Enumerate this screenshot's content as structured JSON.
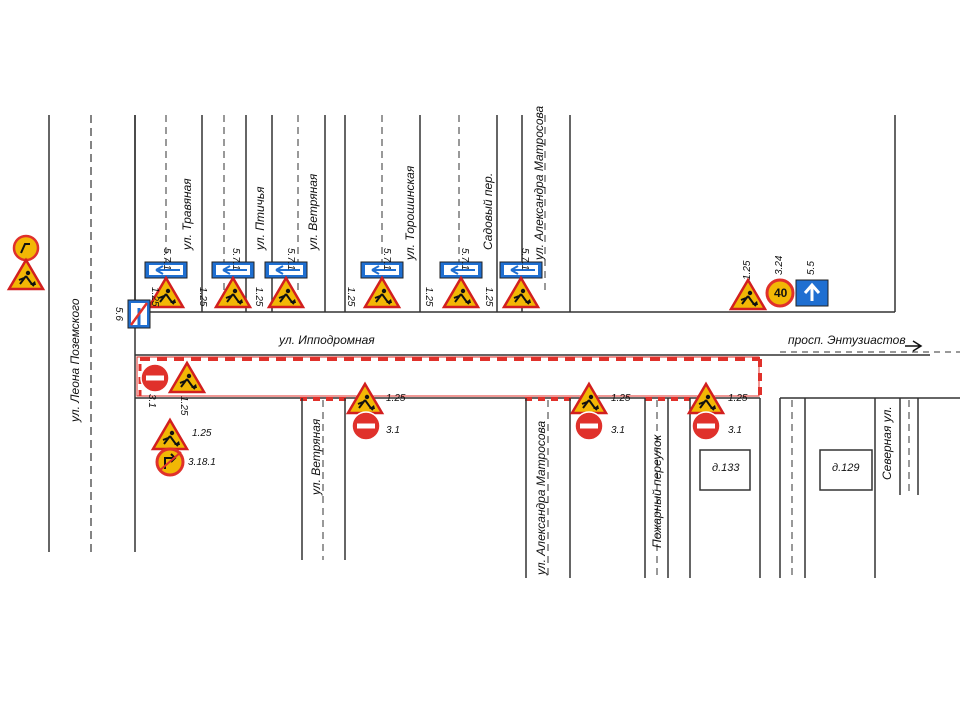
{
  "streets": {
    "hippodromnaya": "ул. Ипподромная",
    "leona_pozemskogo": "ул. Леона Поземского",
    "travyanaya": "ул. Травяная",
    "ptichya": "ул. Птичья",
    "vetryanaya": "ул. Ветряная",
    "toroshinskaya": "ул. Торошинская",
    "sadovy": "Садовый пер.",
    "matrosova": "ул. Александра Матросова",
    "entuziastov": "просп. Энтузиастов",
    "severnaya": "Северная ул.",
    "pozharny": "Пожарный переулок"
  },
  "houses": {
    "h133": "д.133",
    "h129": "д.129"
  },
  "sign_codes": {
    "c571": "5.7.1",
    "c125": "1.25",
    "c56": "5.6",
    "c31": "3.1",
    "c3181": "3.18.1",
    "c324": "3.24",
    "c55": "5.5"
  },
  "speed_limit": "40",
  "colors": {
    "road_work": "#f2b705",
    "prohibit_red": "#e0312b",
    "info_blue": "#1f6fd1",
    "line": "#333333"
  }
}
